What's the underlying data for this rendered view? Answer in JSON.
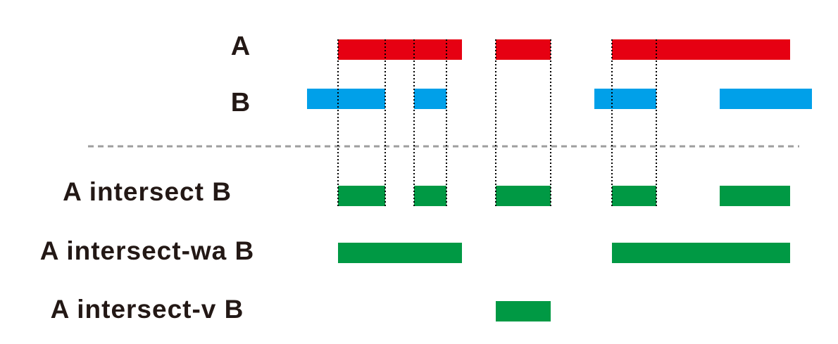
{
  "colors": {
    "a_bar": "#e60012",
    "b_bar": "#00a0e9",
    "result_bar": "#009944",
    "label_text": "#231815",
    "separator": "#9e9e9e",
    "guide": "#000000"
  },
  "rows": {
    "a": {
      "label": "A"
    },
    "b": {
      "label": "B"
    },
    "intersect": {
      "label": "A intersect B"
    },
    "intersect_wa": {
      "label": "A intersect-wa B"
    },
    "intersect_v": {
      "label": "A intersect-v B"
    }
  }
}
